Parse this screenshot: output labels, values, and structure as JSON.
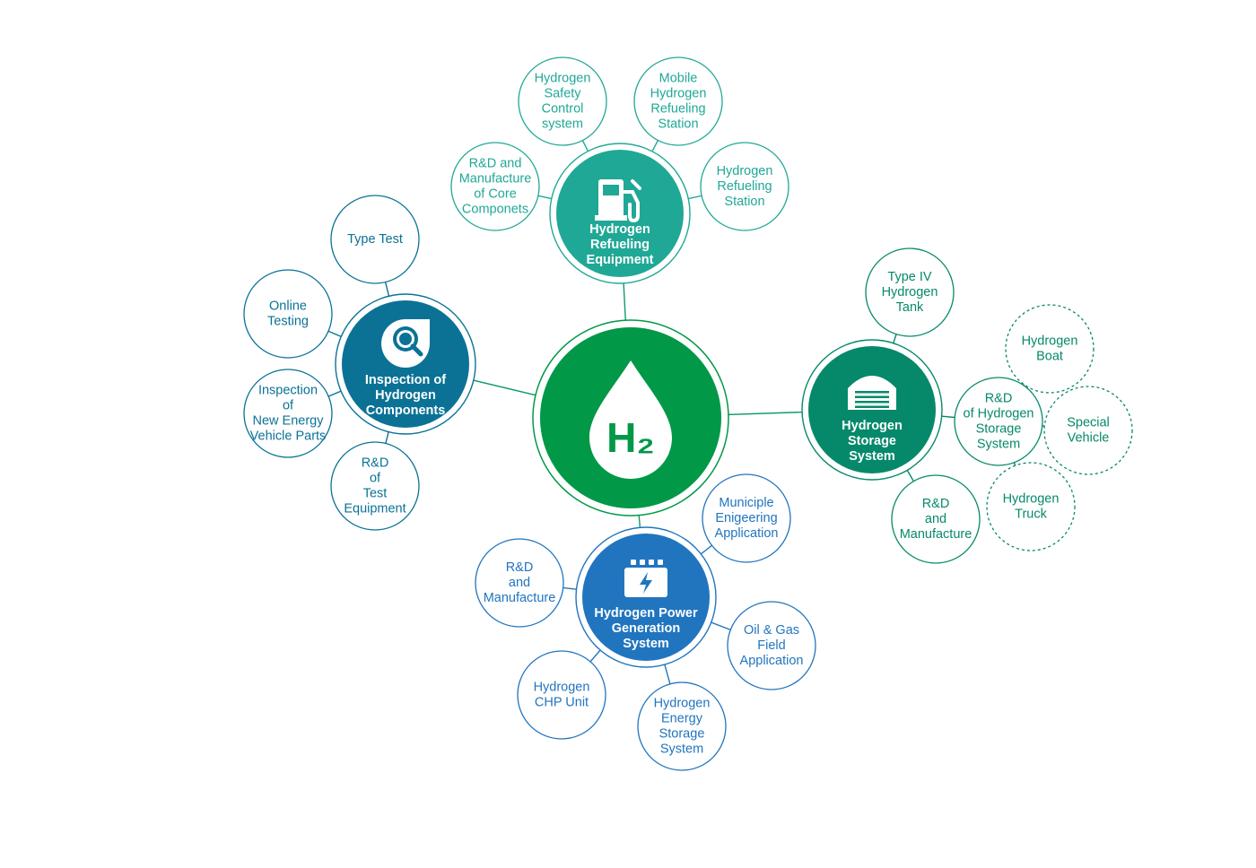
{
  "colors": {
    "center": "#019847",
    "refueling": "#20a896",
    "inspection": "#0b7296",
    "storage": "#06896b",
    "power": "#2175bf",
    "connector_green": "#0f9a6a"
  },
  "center": {
    "label": "H₂",
    "icon": "hydrogen-droplet-icon"
  },
  "hubs": {
    "refueling": {
      "icon": "fuel-pump-icon",
      "lines": [
        "Hydrogen",
        "Refueling",
        "Equipment"
      ],
      "satellites": [
        {
          "lines": [
            "R&D and",
            "Manufacture",
            "of Core",
            "Componets"
          ]
        },
        {
          "lines": [
            "Hydrogen",
            "Safety",
            "Control",
            "system"
          ]
        },
        {
          "lines": [
            "Mobile",
            "Hydrogen",
            "Refueling",
            "Station"
          ]
        },
        {
          "lines": [
            "Hydrogen",
            "Refueling",
            "Station"
          ]
        }
      ]
    },
    "inspection": {
      "icon": "magnifier-icon",
      "lines": [
        "Inspection of",
        "Hydrogen",
        "Components"
      ],
      "satellites": [
        {
          "lines": [
            "Type Test"
          ]
        },
        {
          "lines": [
            "Online",
            "Testing"
          ]
        },
        {
          "lines": [
            "Inspection",
            "of",
            "New Energy",
            "Vehicle Parts"
          ]
        },
        {
          "lines": [
            "R&D",
            "of",
            "Test",
            "Equipment"
          ]
        }
      ]
    },
    "storage": {
      "icon": "storage-tank-icon",
      "lines": [
        "Hydrogen",
        "Storage",
        "System"
      ],
      "satellites": [
        {
          "lines": [
            "Type IV",
            "Hydrogen",
            "Tank"
          ]
        },
        {
          "lines": [
            "R&D",
            "of Hydrogen",
            "Storage",
            "System"
          ]
        },
        {
          "lines": [
            "R&D",
            "and",
            "Manufacture"
          ]
        }
      ],
      "sub": [
        {
          "lines": [
            "Hydrogen",
            "Boat"
          ]
        },
        {
          "lines": [
            "Special",
            "Vehicle"
          ]
        },
        {
          "lines": [
            "Hydrogen",
            "Truck"
          ]
        }
      ]
    },
    "power": {
      "icon": "battery-bolt-icon",
      "lines": [
        "Hydrogen Power",
        "Generation",
        "System"
      ],
      "satellites": [
        {
          "lines": [
            "Municiple",
            "Enigeering",
            "Application"
          ]
        },
        {
          "lines": [
            "R&D",
            "and",
            "Manufacture"
          ]
        },
        {
          "lines": [
            "Oil & Gas",
            "Field",
            "Application"
          ]
        },
        {
          "lines": [
            "Hydrogen",
            "CHP Unit"
          ]
        },
        {
          "lines": [
            "Hydrogen",
            "Energy",
            "Storage",
            "System"
          ]
        }
      ]
    }
  }
}
